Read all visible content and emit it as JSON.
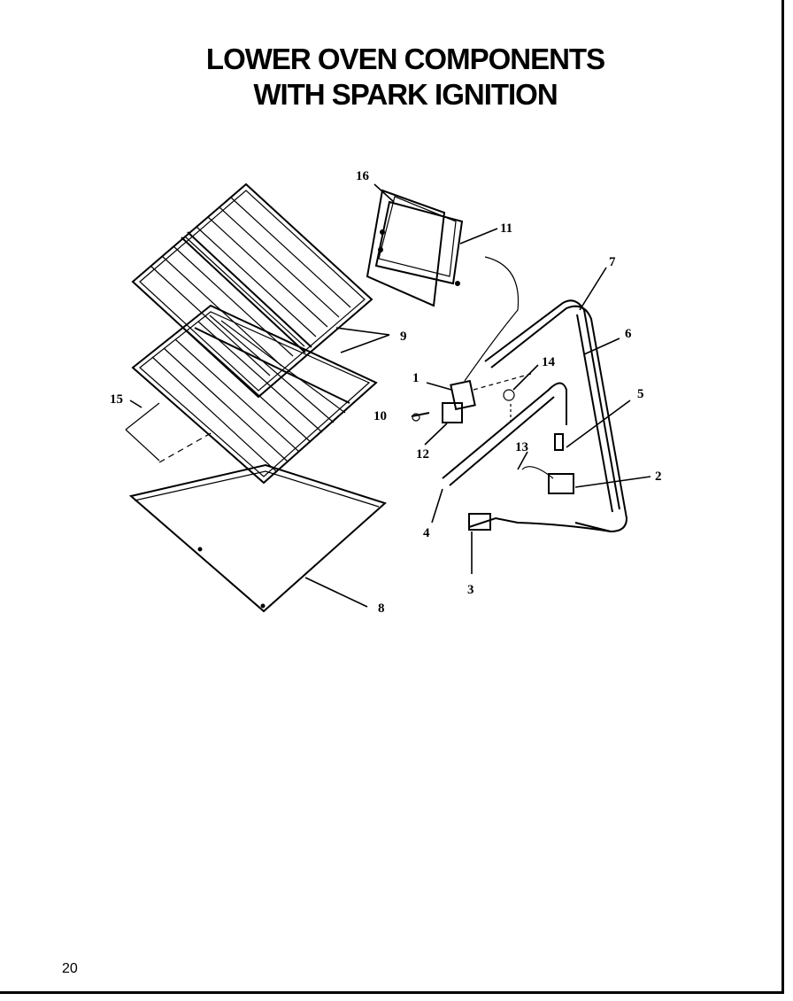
{
  "title": {
    "line1": "LOWER OVEN COMPONENTS",
    "line2": "WITH SPARK IGNITION"
  },
  "page_number": "20",
  "callouts": {
    "c1": "1",
    "c2": "2",
    "c3": "3",
    "c4": "4",
    "c5": "5",
    "c6": "6",
    "c7": "7",
    "c8": "8",
    "c9": "9",
    "c10": "10",
    "c11": "11",
    "c12": "12",
    "c13": "13",
    "c14": "14",
    "c15": "15",
    "c16": "16"
  }
}
